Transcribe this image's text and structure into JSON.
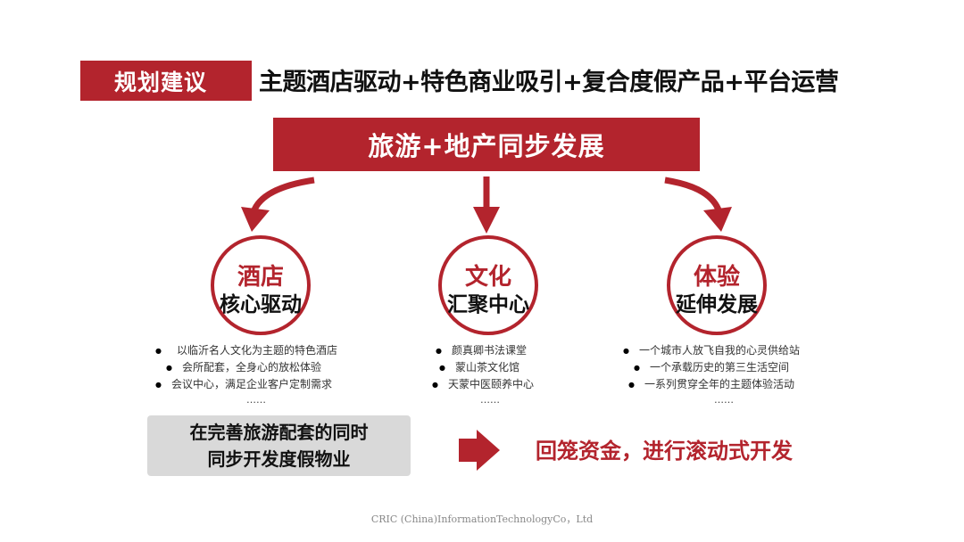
{
  "header": {
    "tag": "规划建议",
    "headline": "主题酒店驱动+特色商业吸引+复合度假产品+平台运营"
  },
  "banner": "旅游+地产同步发展",
  "pillars": [
    {
      "title": "酒店",
      "subtitle": "核心驱动",
      "bullets": [
        "以临沂名人文化为主题的特色酒店",
        "会所配套，全身心的放松体验",
        "会议中心，满足企业客户定制需求"
      ],
      "ellipsis": "……"
    },
    {
      "title": "文化",
      "subtitle": "汇聚中心",
      "bullets": [
        "颜真卿书法课堂",
        "蒙山茶文化馆",
        "天蒙中医颐养中心"
      ],
      "ellipsis": "……"
    },
    {
      "title": "体验",
      "subtitle": "延伸发展",
      "bullets": [
        "一个城市人放飞自我的心灵供给站",
        "一个承载历史的第三生活空间",
        "一系列贯穿全年的主题体验活动"
      ],
      "ellipsis": "……"
    }
  ],
  "summary": {
    "box_line1": "在完善旅游配套的同时",
    "box_line2": "同步开发度假物业",
    "conclusion": "回笼资金，进行滚动式开发"
  },
  "footer": "CRIC (China)InformationTechnologyCo，Ltd",
  "colors": {
    "accent": "#b3242d",
    "box_grey": "#d9d9d9"
  }
}
